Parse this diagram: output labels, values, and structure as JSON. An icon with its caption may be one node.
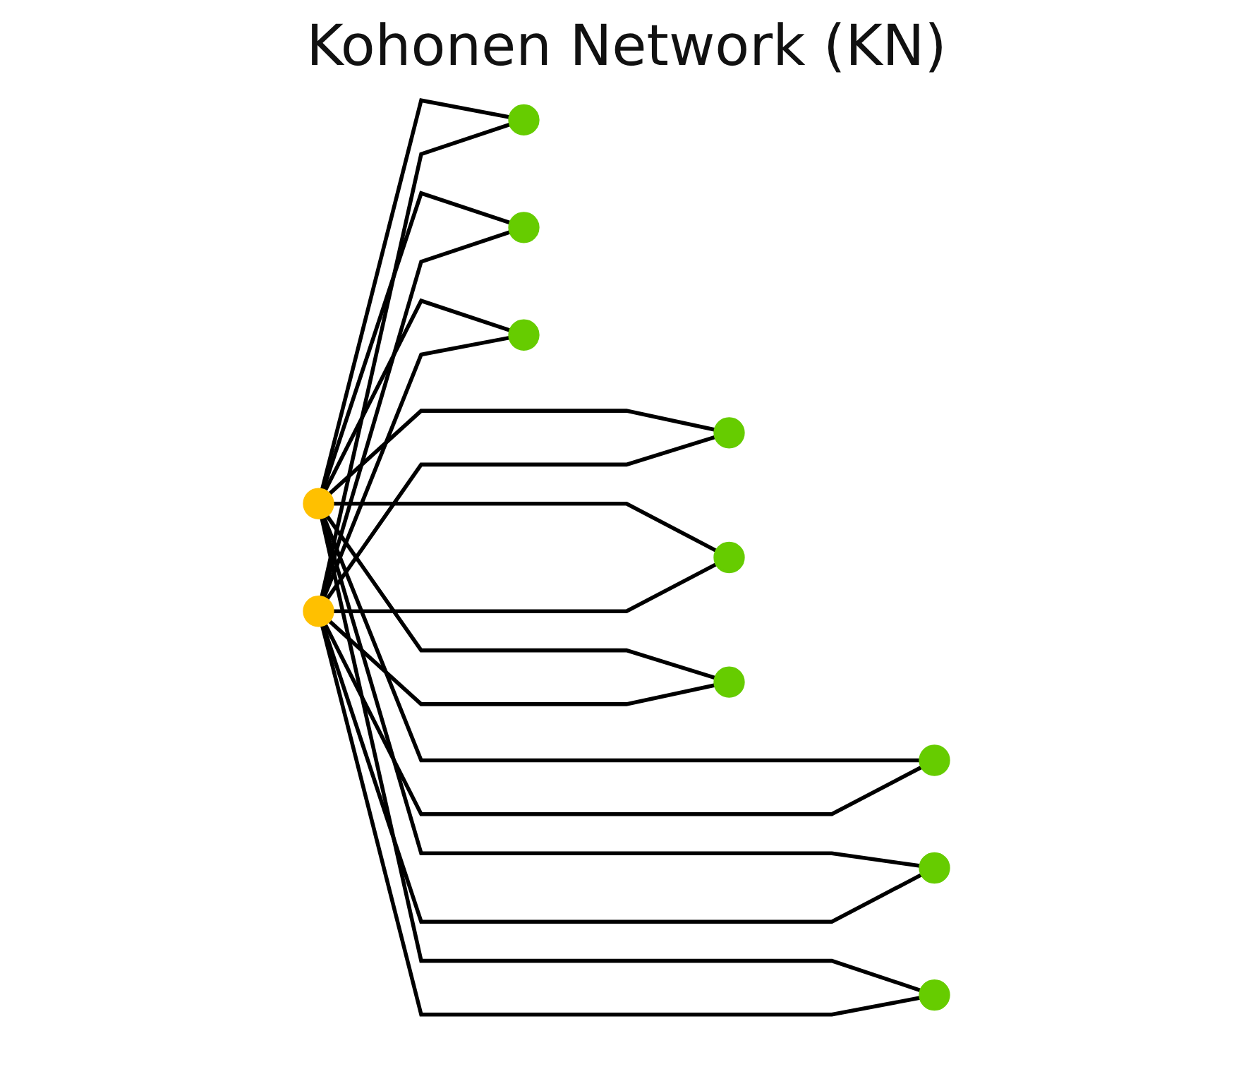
{
  "diagram": {
    "title": "Kohonen Network (KN)",
    "nodes": [
      {
        "text": [],
        "shape": "circle"
      },
      {
        "text": [],
        "shape": "circle"
      },
      {
        "text": [],
        "shape": "circle"
      },
      {
        "text": [],
        "shape": "circle"
      },
      {
        "text": [],
        "shape": "circle"
      },
      {
        "text": [],
        "shape": "circle"
      },
      {
        "text": [],
        "shape": "circle"
      },
      {
        "text": [],
        "shape": "circle"
      },
      {
        "text": [],
        "shape": "circle"
      },
      {
        "text": [],
        "shape": "circle"
      },
      {
        "text": [],
        "shape": "circle"
      }
    ],
    "edges": [
      {
        "from": 0,
        "to": 2,
        "arrow": "none"
      },
      {
        "from": 0,
        "to": 3,
        "arrow": "none"
      },
      {
        "from": 0,
        "to": 4,
        "arrow": "none"
      },
      {
        "from": 0,
        "to": 5,
        "arrow": "none"
      },
      {
        "from": 0,
        "to": 6,
        "arrow": "none"
      },
      {
        "from": 0,
        "to": 7,
        "arrow": "none"
      },
      {
        "from": 0,
        "to": 8,
        "arrow": "none"
      },
      {
        "from": 0,
        "to": 9,
        "arrow": "none"
      },
      {
        "from": 0,
        "to": 10,
        "arrow": "none"
      },
      {
        "from": 1,
        "to": 2,
        "arrow": "none"
      },
      {
        "from": 1,
        "to": 3,
        "arrow": "none"
      },
      {
        "from": 1,
        "to": 4,
        "arrow": "none"
      },
      {
        "from": 1,
        "to": 5,
        "arrow": "none"
      },
      {
        "from": 1,
        "to": 6,
        "arrow": "none"
      },
      {
        "from": 1,
        "to": 7,
        "arrow": "none"
      },
      {
        "from": 1,
        "to": 8,
        "arrow": "none"
      },
      {
        "from": 1,
        "to": 9,
        "arrow": "none"
      },
      {
        "from": 1,
        "to": 10,
        "arrow": "none"
      }
    ]
  }
}
